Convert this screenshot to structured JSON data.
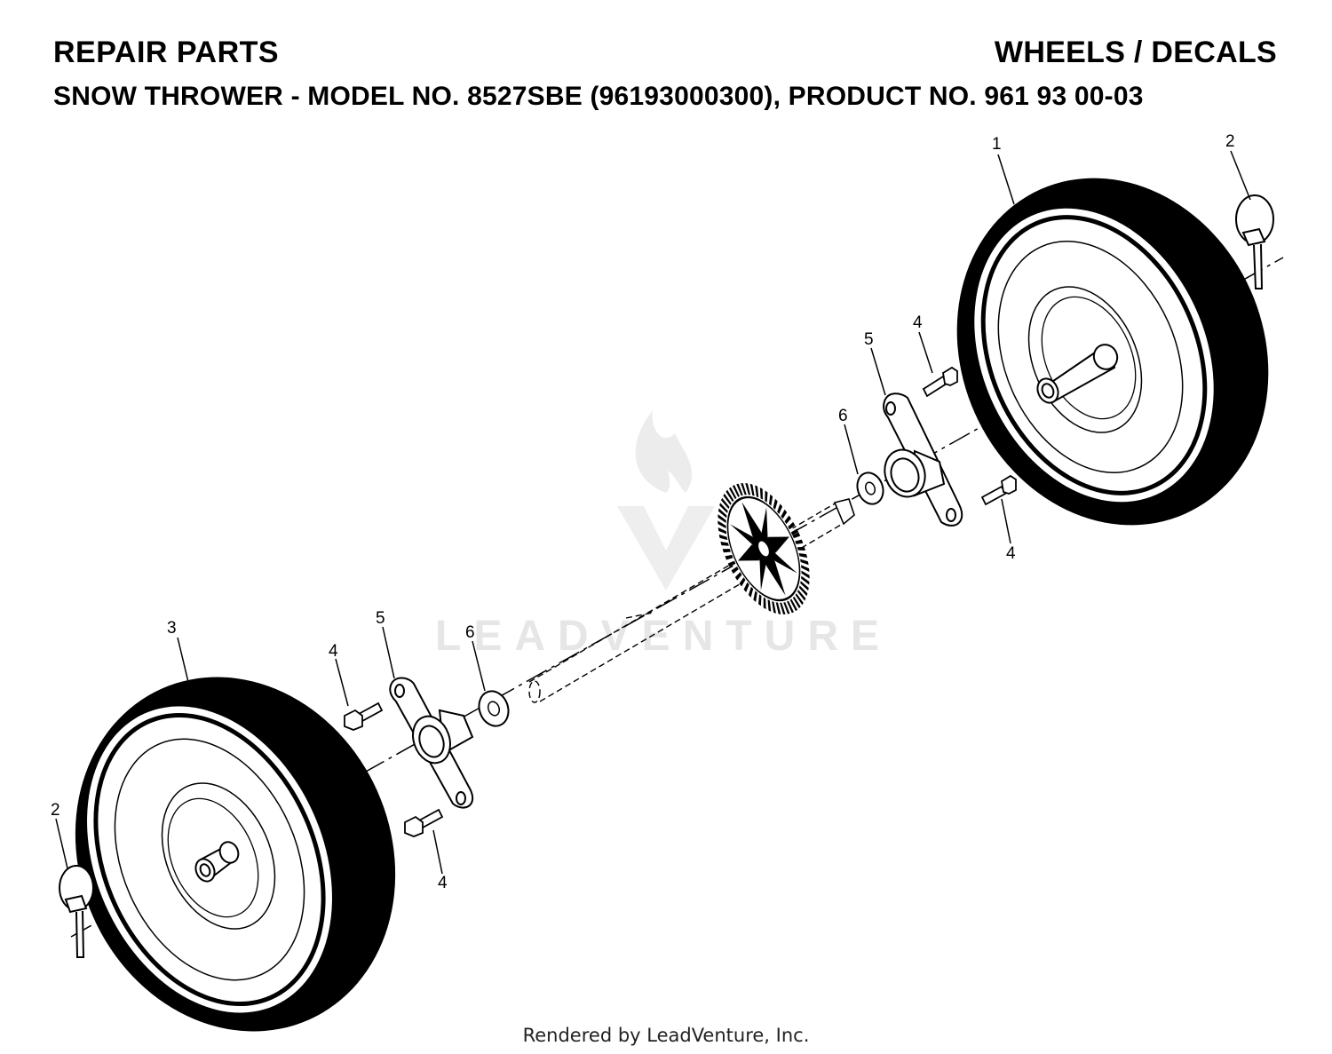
{
  "header": {
    "title_left": "REPAIR PARTS",
    "title_right": "WHEELS / DECALS",
    "subtitle_prefix": "SNOW THROWER - MODEL NO. ",
    "subtitle_model": "8527SBE",
    "subtitle_suffix": " (96193000300), PRODUCT NO. 961 93 00-03"
  },
  "callouts": {
    "wheel_right": "1",
    "pin_right": "2",
    "pin_left": "2",
    "wheel_left": "3",
    "bolt_right_top": "4",
    "bolt_right_bottom": "4",
    "bolt_left_top": "4",
    "bolt_left_bottom": "4",
    "bearing_right": "5",
    "bearing_left": "5",
    "washer_right": "6",
    "washer_left": "6"
  },
  "watermark": "LEADVENTURE",
  "footer": "Rendered by LeadVenture, Inc.",
  "colors": {
    "ink": "#000000",
    "watermark": "#e6e6e6",
    "paper": "#ffffff"
  }
}
